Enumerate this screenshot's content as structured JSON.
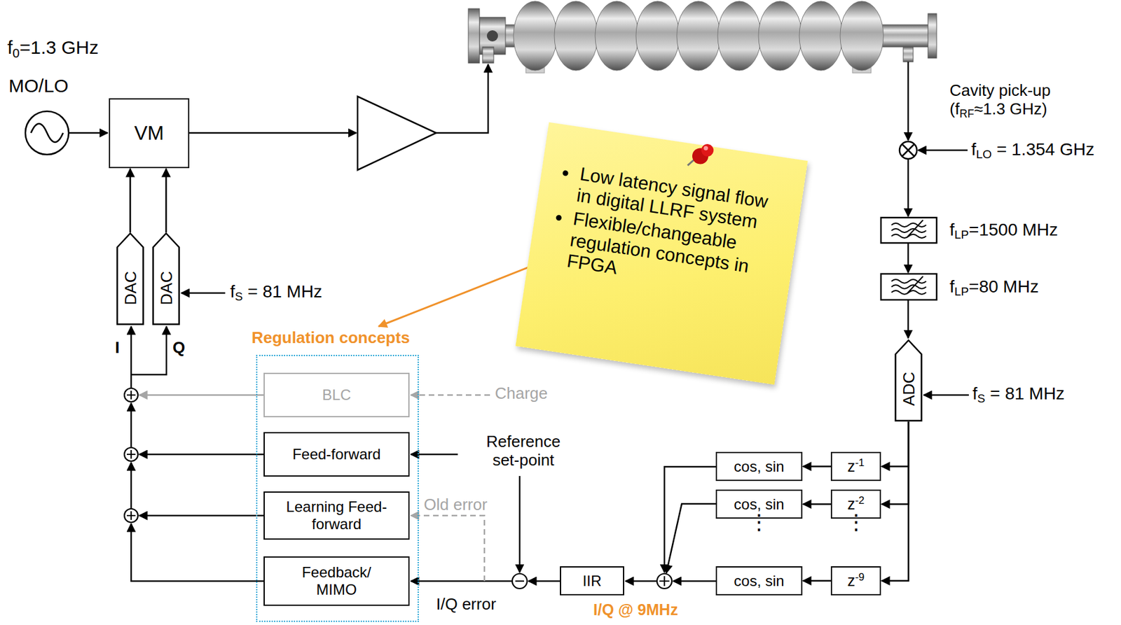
{
  "diagram": {
    "nodes": [
      {
        "text": [
          "VM"
        ]
      },
      {
        "text": [
          "DAC"
        ]
      },
      {
        "text": [
          "DAC"
        ]
      },
      {
        "text": [
          "Low latency signal flow in digital LLRF system",
          "Flexible/changeable regulation concepts in FPGA"
        ]
      },
      {
        "text": [
          "Regulation concepts"
        ]
      },
      {
        "text": [
          "BLC"
        ],
        "in": 4
      },
      {
        "text": [
          "Feed-forward"
        ],
        "in": 4
      },
      {
        "text": [
          "Learning Feed-forward"
        ],
        "in": 4
      },
      {
        "text": [
          "Feedback/ MIMO"
        ],
        "in": 4
      },
      {
        "text": [
          "ADC"
        ]
      },
      {
        "text": [
          "z-1"
        ]
      },
      {
        "text": [
          "z-2"
        ]
      },
      {
        "text": [
          "z-9"
        ]
      },
      {
        "text": [
          "cos, sin"
        ]
      },
      {
        "text": [
          "cos, sin"
        ]
      },
      {
        "text": [
          "cos, sin"
        ]
      },
      {
        "text": [
          "IIR"
        ]
      }
    ],
    "edges": [
      {
        "from": 1,
        "to": 0,
        "arrow": "to"
      },
      {
        "from": 2,
        "to": 0,
        "arrow": "to"
      },
      {
        "from": 3,
        "to": 4,
        "arrow": "to"
      },
      {
        "from": 9,
        "to": 10,
        "arrow": "to"
      },
      {
        "from": 9,
        "to": 11,
        "arrow": "to"
      },
      {
        "from": 9,
        "to": 12,
        "arrow": "to"
      },
      {
        "from": 10,
        "to": 13,
        "arrow": "to"
      },
      {
        "from": 11,
        "to": 14,
        "arrow": "to"
      },
      {
        "from": 12,
        "to": 15,
        "arrow": "to"
      }
    ],
    "labels": [
      "f0=1.3 GHz",
      "MO/LO",
      "fS = 81 MHz",
      "I",
      "Q",
      "Charge",
      "Old error",
      "Reference set-point",
      "I/Q error",
      "I/Q @ 9MHz",
      "Cavity pick-up (fRF≈1.3 GHz)",
      "fLO = 1.354 GHz",
      "fLP=1500 MHz",
      "fLP=80 MHz",
      "fS = 81 MHz",
      "⋮",
      "⋮"
    ]
  }
}
